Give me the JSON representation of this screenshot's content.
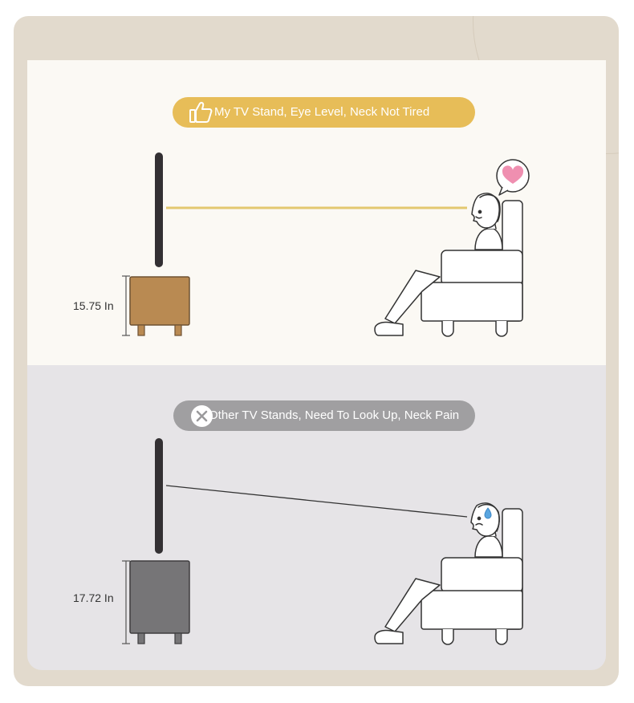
{
  "good": {
    "banner": "My TV Stand, Eye Level, Neck Not Tired",
    "height_label": "15.75 In",
    "colors": {
      "banner": "#e7bd58",
      "stand": "#b98a52",
      "sightline": "#e3c86f",
      "heart": "#ef8fb0"
    },
    "icons": [
      "thumbs-up-icon",
      "heart-icon"
    ]
  },
  "bad": {
    "banner": "Other TV Stands, Need To Look Up, Neck Pain",
    "height_label": "17.72 In",
    "colors": {
      "banner": "#a09fa1",
      "stand": "#767577",
      "sightline": "#333333",
      "sweat": "#5aa6e0"
    },
    "icons": [
      "close-icon",
      "sweat-drop-icon"
    ]
  }
}
